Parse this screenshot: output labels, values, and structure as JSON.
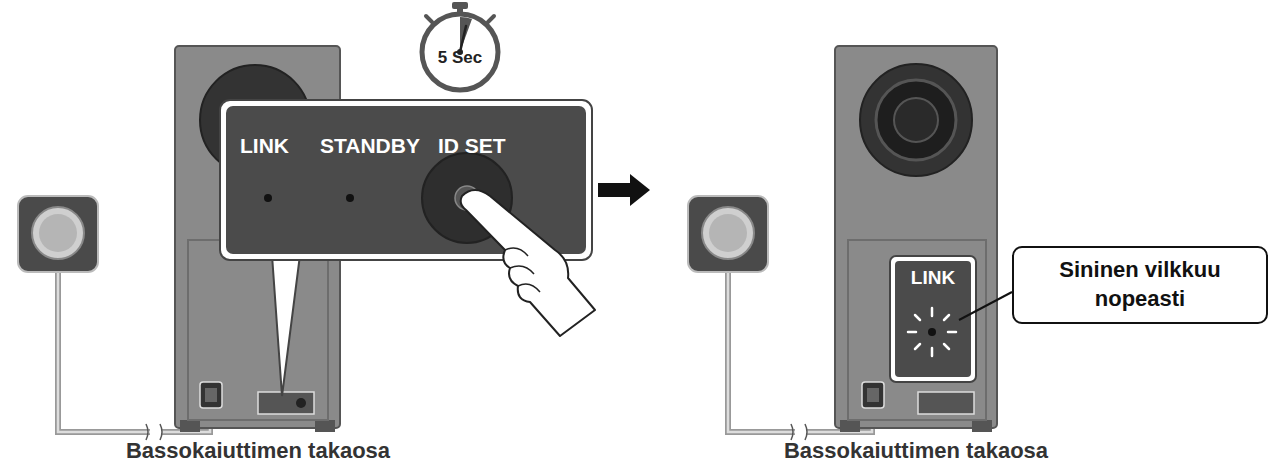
{
  "diagram": {
    "nodes": [
      {
        "text": [
          "5 Sec"
        ]
      },
      {
        "text": [
          "LINK",
          "STANDBY",
          "ID SET"
        ]
      },
      {
        "text": [
          "LINK"
        ]
      },
      {
        "text": [
          "Sininen vilkkuu nopeasti"
        ]
      }
    ],
    "labels": [
      "Bassokaiuttimen takaosa",
      "Bassokaiuttimen takaosa"
    ]
  }
}
